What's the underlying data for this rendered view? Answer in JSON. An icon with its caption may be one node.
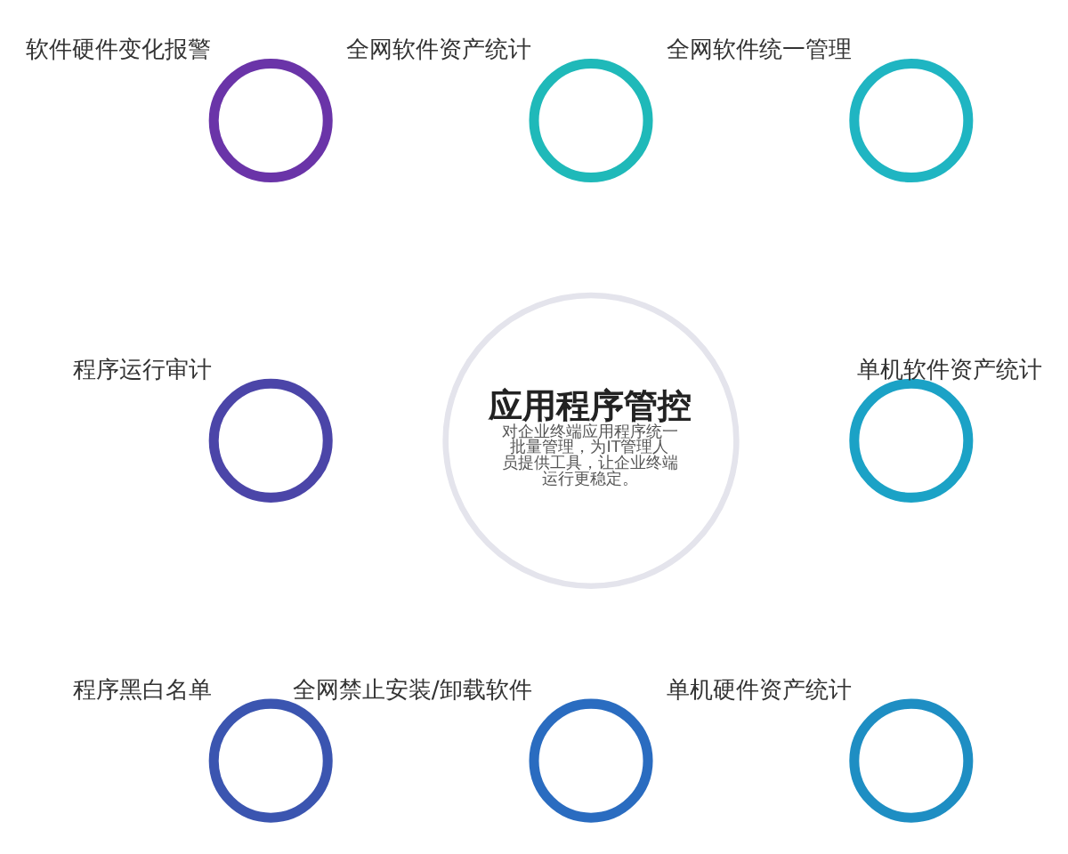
{
  "diagram": {
    "nodes": [
      {
        "text": [
          "应用程序管控",
          "对企业终端应用程序统一批量管理，为IT管理人员提供工具，让企业终端运行更稳定。"
        ]
      },
      {
        "text": [],
        "shape": "circle",
        "beside": [
          "全网软件资产统计"
        ]
      },
      {
        "text": [],
        "shape": "circle",
        "beside": [
          "全网软件统一管理"
        ]
      },
      {
        "text": [],
        "shape": "circle",
        "beside": [
          "单机软件资产统计"
        ]
      },
      {
        "text": [],
        "shape": "circle",
        "beside": [
          "单机硬件资产统计"
        ]
      },
      {
        "text": [],
        "shape": "circle",
        "beside": [
          "全网禁止安装/卸载软件"
        ]
      },
      {
        "text": [],
        "shape": "circle",
        "beside": [
          "程序黑白名单"
        ]
      },
      {
        "text": [],
        "shape": "circle",
        "beside": [
          "程序运行审计"
        ]
      },
      {
        "text": [],
        "shape": "circle",
        "beside": [
          "软件硬件变化报警"
        ]
      }
    ]
  }
}
